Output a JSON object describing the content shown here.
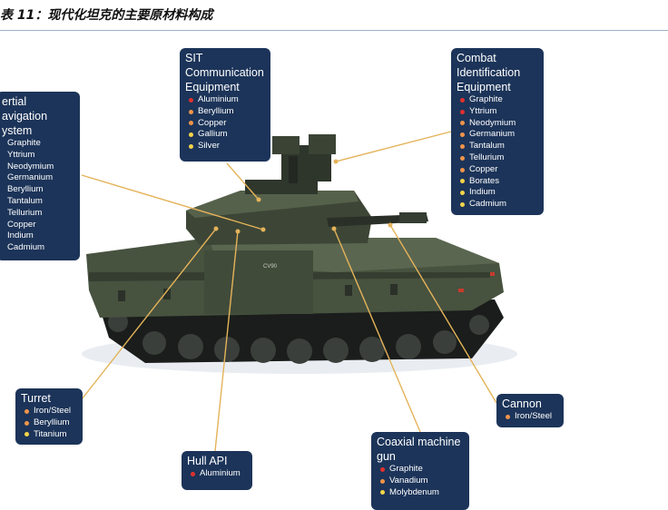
{
  "caption": "表 11：现代化坦克的主要原材料构成",
  "colors": {
    "box_bg": "#1c3459",
    "leader_line": "#e4b35a",
    "dot_red": "#e0312e",
    "dot_orange": "#f0944a",
    "dot_yellow": "#f5d44a"
  },
  "boxes": {
    "inertial": {
      "title": "ertial\navigation\nystem",
      "items": [
        {
          "label": "Graphite"
        },
        {
          "label": "Yttrium"
        },
        {
          "label": "Neodymium"
        },
        {
          "label": "Germanium"
        },
        {
          "label": "Beryllium"
        },
        {
          "label": "Tantalum"
        },
        {
          "label": "Tellurium"
        },
        {
          "label": "Copper"
        },
        {
          "label": "Indium"
        },
        {
          "label": "Cadmium"
        }
      ]
    },
    "sit": {
      "title": "SIT\nCommunication\nEquipment",
      "items": [
        {
          "label": "Aluminium",
          "dot": "red"
        },
        {
          "label": "Beryllium",
          "dot": "orange"
        },
        {
          "label": "Copper",
          "dot": "orange"
        },
        {
          "label": "Gallium",
          "dot": "yellow"
        },
        {
          "label": "Silver",
          "dot": "yellow"
        }
      ]
    },
    "combat": {
      "title": "Combat\nIdentification\nEquipment",
      "items": [
        {
          "label": "Graphite",
          "dot": "red"
        },
        {
          "label": "Yttrium",
          "dot": "red"
        },
        {
          "label": "Neodymium",
          "dot": "orange"
        },
        {
          "label": "Germanium",
          "dot": "orange"
        },
        {
          "label": "Tantalum",
          "dot": "orange"
        },
        {
          "label": "Tellurium",
          "dot": "orange"
        },
        {
          "label": "Copper",
          "dot": "orange"
        },
        {
          "label": "Borates",
          "dot": "yellow"
        },
        {
          "label": "Indium",
          "dot": "yellow"
        },
        {
          "label": "Cadmium",
          "dot": "yellow"
        }
      ]
    },
    "turret": {
      "title": "Turret",
      "items": [
        {
          "label": "Iron/Steel",
          "dot": "orange"
        },
        {
          "label": "Beryllium",
          "dot": "orange"
        },
        {
          "label": "Titanium",
          "dot": "yellow"
        }
      ]
    },
    "cannon": {
      "title": "Cannon",
      "items": [
        {
          "label": "Iron/Steel",
          "dot": "orange"
        }
      ]
    },
    "hull": {
      "title": "Hull API",
      "items": [
        {
          "label": "Aluminium",
          "dot": "red"
        }
      ]
    },
    "coaxial": {
      "title": "Coaxial machine\ngun",
      "items": [
        {
          "label": "Graphite",
          "dot": "red"
        },
        {
          "label": "Vanadium",
          "dot": "orange"
        },
        {
          "label": "Molybdenum",
          "dot": "yellow"
        }
      ]
    }
  },
  "tank": {
    "plate_text": "CV90"
  }
}
